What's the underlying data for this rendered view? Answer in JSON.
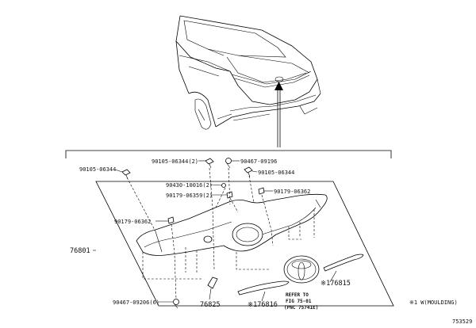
{
  "labels": {
    "p90105_06344_left": "90105-06344",
    "p90105_06344_2": "90105-06344(2)",
    "p90467_09196": "90467-09196",
    "p90105_06344_right": "90105-06344",
    "p90430_10016": "90430-10016(2)",
    "p90179_06359": "90179-06359(2)",
    "p90179_06362_right": "90179-06362",
    "p90179_06362_left": "90179-06362",
    "p76801": "76801",
    "p90467_09206": "90467-09206(6)",
    "p76825": "76825",
    "p76816": "※176816",
    "p76815": "※176815",
    "ref_line1": "REFER TO",
    "ref_line2": "FIG 75-01",
    "ref_line3": "(PNC 75741E)",
    "footnote": "※1 W(MOULDING)",
    "diagram_id": "753529"
  }
}
